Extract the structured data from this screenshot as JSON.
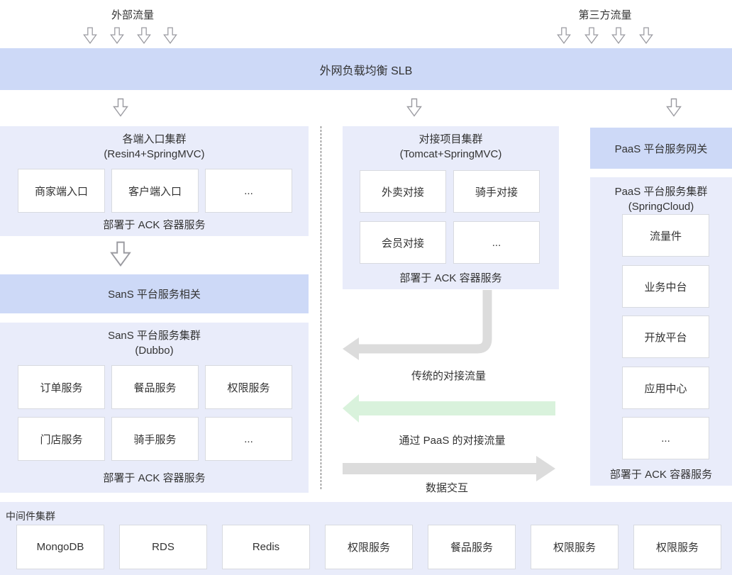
{
  "labels": {
    "external_traffic": "外部流量",
    "third_party_traffic": "第三方流量"
  },
  "slb_banner": {
    "label": "外网负载均衡 SLB"
  },
  "left_column": {
    "entry_cluster": {
      "title": "各端入口集群",
      "subtitle": "(Resin4+SpringMVC)",
      "boxes": [
        "商家端入口",
        "客户端入口",
        "..."
      ],
      "caption": "部署于 ACK 容器服务"
    },
    "sans_banner": {
      "label": "SanS 平台服务相关"
    },
    "sans_cluster": {
      "title": "SanS 平台服务集群",
      "subtitle": "(Dubbo)",
      "boxes": [
        "订单服务",
        "餐品服务",
        "权限服务",
        "门店服务",
        "骑手服务",
        "..."
      ],
      "caption": "部署于 ACK 容器服务"
    }
  },
  "middle_column": {
    "integration_cluster": {
      "title": "对接项目集群",
      "subtitle": "(Tomcat+SpringMVC)",
      "boxes": [
        "外卖对接",
        "骑手对接",
        "会员对接",
        "..."
      ],
      "caption": "部署于 ACK 容器服务"
    },
    "flow_labels": {
      "legacy": "传统的对接流量",
      "paas": "通过 PaaS 的对接流量",
      "data_exchange": "数据交互"
    }
  },
  "right_column": {
    "gateway_banner": {
      "label": "PaaS 平台服务网关"
    },
    "paas_cluster": {
      "title": "PaaS 平台服务集群",
      "subtitle": "(SpringCloud)",
      "boxes": [
        "流量件",
        "业务中台",
        "开放平台",
        "应用中心",
        "..."
      ],
      "caption": "部署于 ACK 容器服务"
    }
  },
  "middleware_band": {
    "title": "中间件集群",
    "boxes": [
      "MongoDB",
      "RDS",
      "Redis",
      "权限服务",
      "餐品服务",
      "权限服务",
      "权限服务"
    ]
  },
  "colors": {
    "banner_bg": "#cdd9f7",
    "panel_bg": "#e9ecfa",
    "box_border": "#d8dae0",
    "arrow_gray": "#dcdcdc",
    "arrow_green": "#d9f2dc",
    "dashed_divider": "#666666",
    "text": "#333333"
  }
}
